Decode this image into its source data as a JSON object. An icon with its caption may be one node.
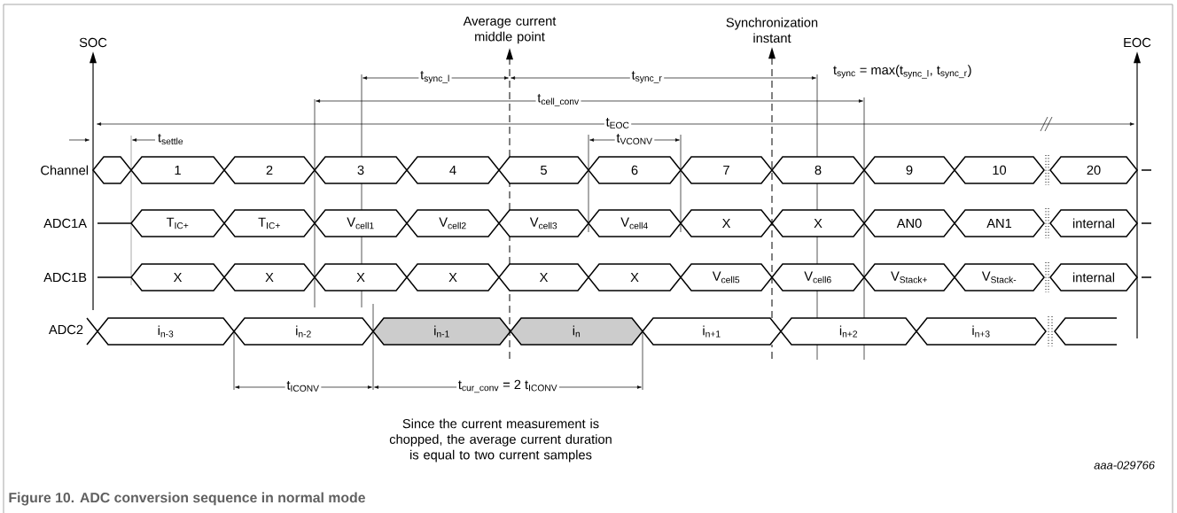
{
  "diagram": {
    "caption": "Figure 10.  ADC conversion sequence in normal mode",
    "nodes": [
      {
        "text": [
          "Average current middle point"
        ]
      },
      {
        "text": [
          "Synchronization instant"
        ]
      },
      {
        "text": [
          "SOC"
        ]
      },
      {
        "text": [
          "EOC"
        ]
      },
      {
        "text": [],
        "shape": "hexagon"
      },
      {
        "text": [
          "1"
        ]
      },
      {
        "text": [
          "2"
        ]
      },
      {
        "text": [
          "3"
        ]
      },
      {
        "text": [
          "4"
        ]
      },
      {
        "text": [
          "5"
        ]
      },
      {
        "text": [
          "6"
        ]
      },
      {
        "text": [
          "7"
        ]
      },
      {
        "text": [
          "8"
        ]
      },
      {
        "text": [
          "9"
        ]
      },
      {
        "text": [
          "10"
        ]
      },
      {
        "text": [
          "20"
        ]
      },
      {
        "text": [
          "T$_{IC+}$"
        ]
      },
      {
        "text": [
          "T$_{IC+}$"
        ]
      },
      {
        "text": [
          "V$_{cell1}$"
        ]
      },
      {
        "text": [
          "V$_{cell2}$"
        ]
      },
      {
        "text": [
          "V$_{cell3}$"
        ]
      },
      {
        "text": [
          "V$_{cell4}$"
        ]
      },
      {
        "text": [
          "X"
        ]
      },
      {
        "text": [
          "X"
        ]
      },
      {
        "text": [
          "AN0"
        ]
      },
      {
        "text": [
          "AN1"
        ]
      },
      {
        "text": [
          "internal"
        ]
      },
      {
        "text": [
          "X"
        ]
      },
      {
        "text": [
          "X"
        ]
      },
      {
        "text": [
          "X"
        ]
      },
      {
        "text": [
          "X"
        ]
      },
      {
        "text": [
          "X"
        ]
      },
      {
        "text": [
          "X"
        ]
      },
      {
        "text": [
          "V$_{cell5}$"
        ]
      },
      {
        "text": [
          "V$_{cell6}$"
        ]
      },
      {
        "text": [
          "V$_{Stack+}$"
        ]
      },
      {
        "text": [
          "V$_{Stack-}$"
        ]
      },
      {
        "text": [
          "internal"
        ]
      },
      {
        "text": [
          "i$_{n-3}$"
        ]
      },
      {
        "text": [
          "i$_{n-2}$"
        ]
      },
      {
        "text": [
          "i$_{n-1}$"
        ]
      },
      {
        "text": [
          "i$_{n}$"
        ]
      },
      {
        "text": [
          "i$_{n+1}$"
        ]
      },
      {
        "text": [
          "i$_{n+2}$"
        ]
      },
      {
        "text": [
          "i$_{n+3}$"
        ]
      },
      {
        "text": [],
        "shape": "hexagon"
      }
    ],
    "edges": [
      {
        "from": null,
        "to": 0,
        "arrow": "to",
        "style": "dashed"
      },
      {
        "from": null,
        "to": 1,
        "arrow": "to",
        "style": "dashed"
      },
      {
        "from": null,
        "to": 2,
        "arrow": "to"
      },
      {
        "from": null,
        "to": 3,
        "arrow": "to"
      }
    ],
    "labels": [
      "t$_{sync_l}$",
      "t$_{sync_r}$",
      "t$_{sync}$ = max(t$_{sync_l}$, t$_{sync_r}$)",
      "t$_{cell_conv}$",
      "t$_{EOC}$",
      "t$_{settle}$",
      "t$_{VCONV}$",
      "Channel",
      "ADC1A",
      "ADC1B",
      "ADC2",
      "t$_{ICONV}$",
      "t$_{cur_conv}$ = 2 t$_{ICONV}$",
      "Since the current measurement is chopped, the average current duration is equal to two current samples",
      "aaa-029766"
    ]
  }
}
